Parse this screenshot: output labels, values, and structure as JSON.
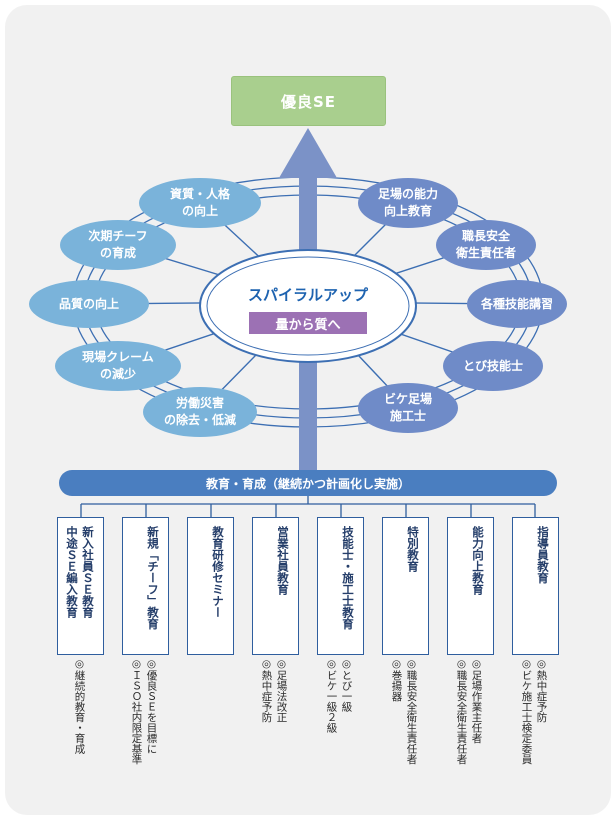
{
  "goal": "優良SE",
  "spiral": {
    "title": "スパイラルアップ",
    "subtitle": "量から質へ"
  },
  "nodes": [
    {
      "label": "資質・人格\nの向上",
      "tone": "light"
    },
    {
      "label": "足場の能力\n向上教育",
      "tone": "dark"
    },
    {
      "label": "次期チーフ\nの育成",
      "tone": "light"
    },
    {
      "label": "職長安全\n衛生責任者",
      "tone": "dark"
    },
    {
      "label": "品質の向上",
      "tone": "light"
    },
    {
      "label": "各種技能講習",
      "tone": "dark"
    },
    {
      "label": "現場クレーム\nの減少",
      "tone": "light"
    },
    {
      "label": "とび技能士",
      "tone": "dark"
    },
    {
      "label": "労働災害\nの除去・低減",
      "tone": "light"
    },
    {
      "label": "ビケ足場\n施工士",
      "tone": "dark"
    }
  ],
  "education_bar": "教育・育成（継続かつ計画化し実施）",
  "courses": [
    {
      "cols": [
        "中途ＳＥ編入教育",
        "新入社員ＳＥ教育"
      ],
      "notes": [
        "◎継続的教育・育成"
      ]
    },
    {
      "cols": [
        "新規「チーフ」教育"
      ],
      "notes": [
        "◎優良ＳＥを目標に",
        "◎ＩＳＯ社内限定基準"
      ]
    },
    {
      "cols": [
        "教育研修セミナー"
      ],
      "notes": []
    },
    {
      "cols": [
        "営業社員教育"
      ],
      "notes": [
        "◎足場法改正",
        "◎熱中症予防"
      ]
    },
    {
      "cols": [
        "技能士・施工士教育"
      ],
      "notes": [
        "◎とび一級",
        "◎ビケ一級２級"
      ]
    },
    {
      "cols": [
        "特別教育"
      ],
      "notes": [
        "◎職長安全衛生責任者",
        "◎巻揚器"
      ]
    },
    {
      "cols": [
        "能力向上教育"
      ],
      "notes": [
        "◎足場作業主任者",
        "◎職長安全衛生責任者"
      ]
    },
    {
      "cols": [
        "指導員教育"
      ],
      "notes": [
        "◎熱中症予防",
        "◎ビケ施工士検定委員"
      ]
    }
  ],
  "colors": {
    "background": "#f1f1f1",
    "goal": "#a9cf8e",
    "arrow": "#7b92c7",
    "node_light": "#7ab3da",
    "node_dark": "#6f8bc8",
    "ring": "#3d6fb3",
    "bar": "#4a7ec0",
    "tag": "#9c71b4"
  }
}
